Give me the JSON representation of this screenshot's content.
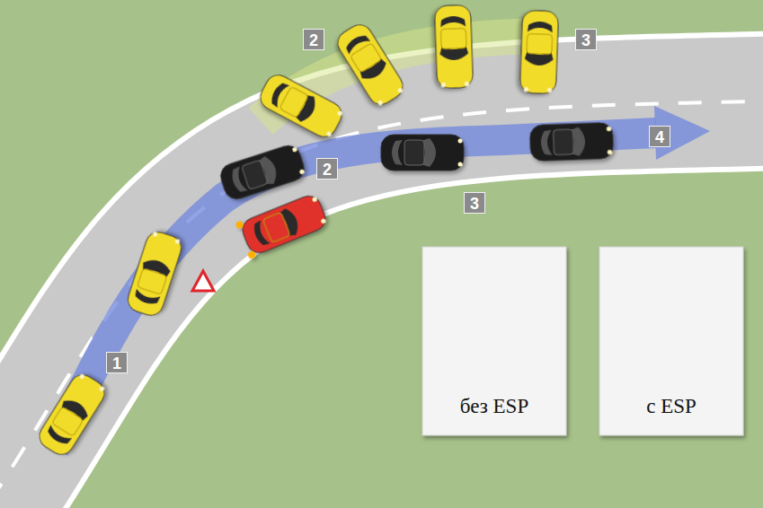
{
  "diagram": {
    "labels": [
      "2",
      "3",
      "1",
      "2",
      "4",
      "3"
    ],
    "legend": [
      {
        "text": "без ESP"
      },
      {
        "text": "с ESP"
      }
    ]
  }
}
